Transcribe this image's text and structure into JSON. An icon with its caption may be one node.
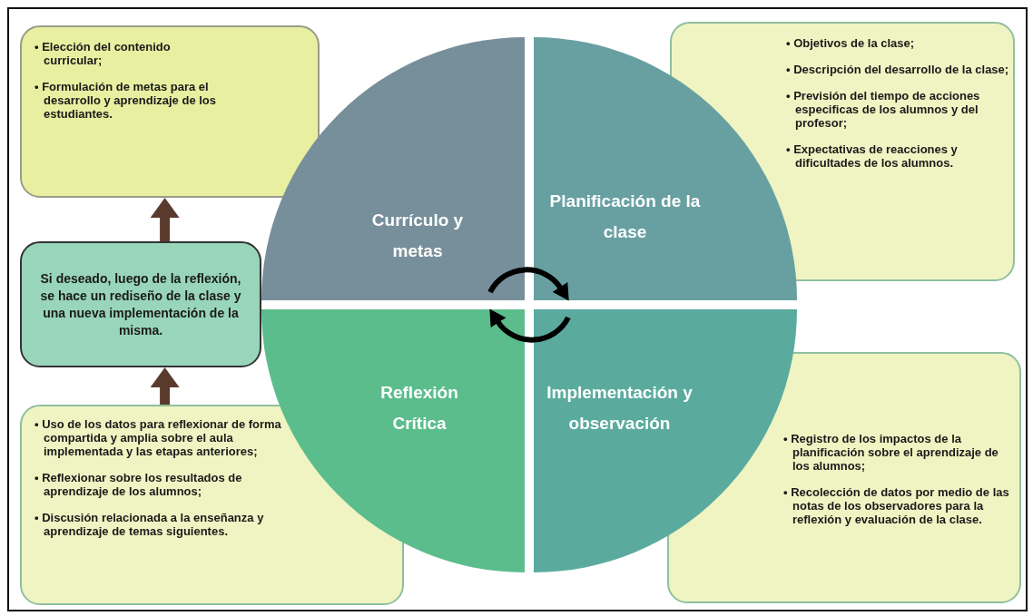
{
  "diagram": {
    "nodes": [
      {
        "text": [
          "• Elección del contenido curricular;",
          "• Formulación de metas para el desarrollo y aprendizaje de los estudiantes."
        ]
      },
      {
        "text": [
          "Currículo y metas"
        ]
      },
      {
        "text": [
          "Planificación de la clase"
        ]
      },
      {
        "text": [
          "• Objetivos de la clase;",
          "• Descripción del desarrollo de la clase;",
          "• Previsión del tiempo de acciones especificas de los alumnos y del profesor;",
          "• Expectativas de reacciones y dificultades de los alumnos."
        ]
      },
      {
        "text": [
          "Si deseado, luego de la reflexión, se hace un rediseño de la clase y una nueva implementación de la misma."
        ]
      },
      {
        "text": [
          "Reflexión Crítica"
        ]
      },
      {
        "text": [
          "Implementación y observación"
        ]
      },
      {
        "text": [
          "• Uso de los datos para reflexionar de forma compartida y amplia sobre el aula implementada y las etapas anteriores;",
          "• Reflexionar sobre los resultados de aprendizaje de los alumnos;",
          "• Discusión relacionada a la enseñanza y aprendizaje de temas siguientes."
        ]
      },
      {
        "text": [
          "• Registro de los impactos de la planificación sobre el aprendizaje de los alumnos;",
          "• Recolección de datos por medio de las notas de los observadores para la reflexión y evaluación de la clase."
        ]
      }
    ],
    "edges": [
      {
        "from": 7,
        "to": 4,
        "arrow": "to",
        "style": "thick",
        "color": "#5b3a2e"
      },
      {
        "from": 4,
        "to": 0,
        "arrow": "to",
        "style": "thick",
        "color": "#5b3a2e"
      },
      {
        "from": 1,
        "to": 2,
        "arrow": "to",
        "color": "#000000"
      },
      {
        "from": 6,
        "to": 5,
        "arrow": "to",
        "color": "#000000"
      }
    ]
  }
}
